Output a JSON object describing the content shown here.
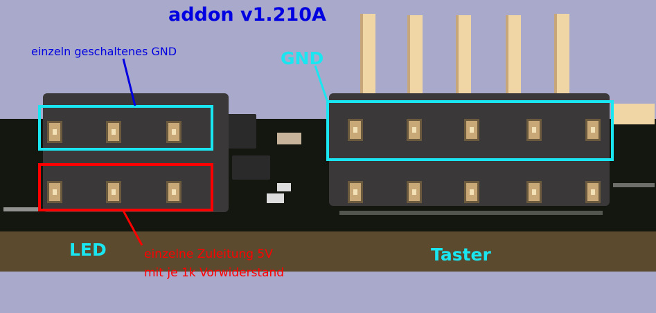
{
  "title": "addon v1.210A",
  "labels": {
    "gnd_single": "einzeln geschaltenes GND",
    "gnd": "GND",
    "led": "LED",
    "taster": "Taster",
    "supply_line1": "einzelne Zuleitung 5V",
    "supply_line2": "mit je 1k Vorwiderstand"
  },
  "colors": {
    "blue": "#0000e0",
    "cyan": "#19e6f0",
    "red": "#ff0000"
  }
}
